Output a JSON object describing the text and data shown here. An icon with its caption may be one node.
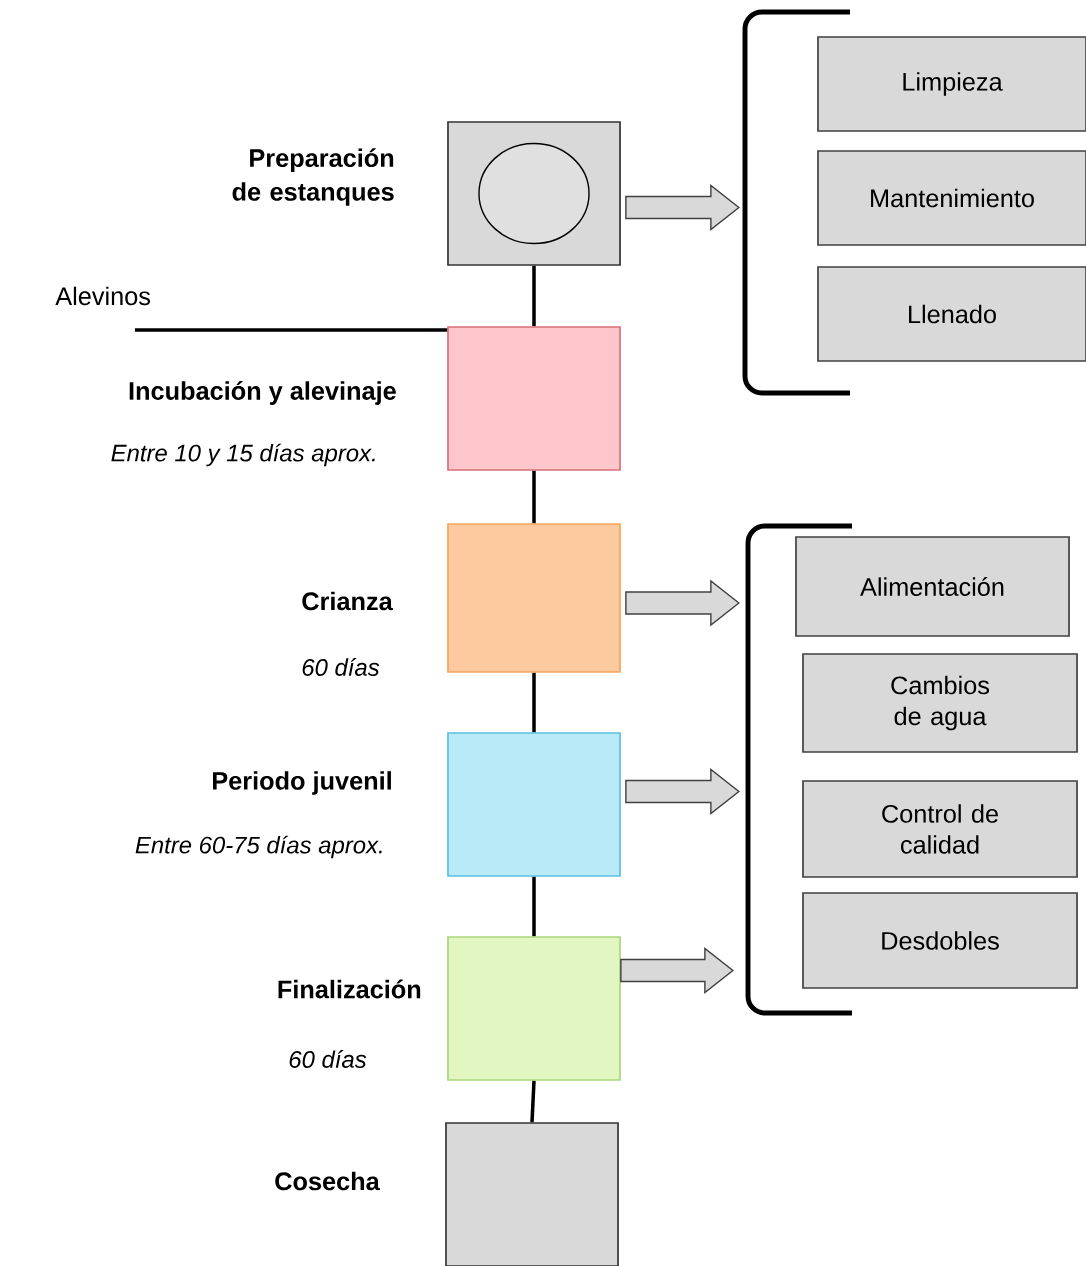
{
  "diagram": {
    "nodes": [
      {
        "text": [
          "Preparación de estanques"
        ]
      },
      {
        "text": [],
        "shape": "circle",
        "in": 0
      },
      {
        "text": [
          "Incubación y alevinaje"
        ],
        "beside": [
          "Entre 10 y 15 días aprox."
        ]
      },
      {
        "text": [
          "Crianza"
        ],
        "beside": [
          "60 días"
        ]
      },
      {
        "text": [
          "Periodo juvenil"
        ],
        "beside": [
          "Entre 60-75 días aprox."
        ]
      },
      {
        "text": [
          "Finalización"
        ],
        "beside": [
          "60 días"
        ]
      },
      {
        "text": [
          "Cosecha"
        ]
      },
      {
        "text": [
          "Limpieza"
        ]
      },
      {
        "text": [
          "Mantenimiento"
        ]
      },
      {
        "text": [
          "Llenado"
        ]
      },
      {
        "text": [
          "Alimentación"
        ]
      },
      {
        "text": [
          "Cambios de agua"
        ]
      },
      {
        "text": [
          "Control de calidad"
        ]
      },
      {
        "text": [
          "Desdobles"
        ]
      },
      {
        "text": [
          "Alevinos"
        ]
      }
    ],
    "edges": [
      {
        "from": 0,
        "to": 2,
        "arrow": "none"
      },
      {
        "from": 2,
        "to": 3,
        "arrow": "none"
      },
      {
        "from": 3,
        "to": 4,
        "arrow": "none"
      },
      {
        "from": 4,
        "to": 5,
        "arrow": "none"
      },
      {
        "from": 5,
        "to": 6,
        "arrow": "none"
      },
      {
        "from": 14,
        "to": 2,
        "arrow": "none"
      },
      {
        "from": 0,
        "to": null,
        "arrow": "to"
      },
      {
        "from": 3,
        "to": null,
        "arrow": "to"
      },
      {
        "from": 4,
        "to": null,
        "arrow": "to"
      },
      {
        "from": 5,
        "to": null,
        "arrow": "to"
      }
    ]
  }
}
